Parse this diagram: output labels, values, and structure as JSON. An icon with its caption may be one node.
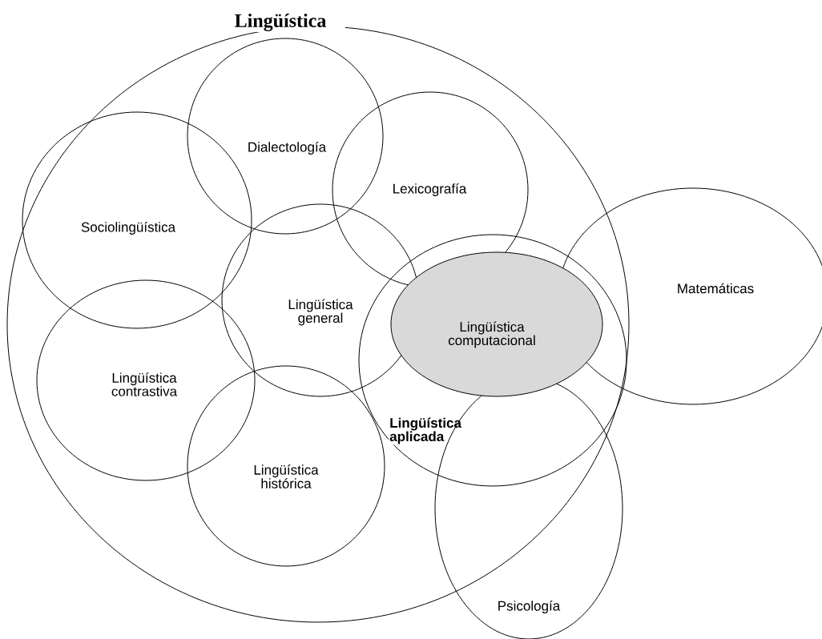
{
  "diagram": {
    "nodes": [
      {
        "text": [
          "Lingüística"
        ]
      },
      {
        "text": [
          "Dialectología"
        ],
        "in": 0
      },
      {
        "text": [
          "Lexicografía"
        ],
        "in": 0
      },
      {
        "text": [
          "Sociolingüística"
        ],
        "in": 0
      },
      {
        "text": [
          "Lingüística general"
        ],
        "in": 0
      },
      {
        "text": [
          "Lingüística aplicada"
        ],
        "in": 0
      },
      {
        "text": [
          "Lingüística computacional"
        ],
        "in": 5
      },
      {
        "text": [
          "Matemáticas"
        ]
      },
      {
        "text": [
          "Lingüística contrastiva"
        ],
        "in": 0
      },
      {
        "text": [
          "Lingüística histórica"
        ],
        "in": 0
      },
      {
        "text": [
          "Psicología"
        ]
      }
    ]
  }
}
